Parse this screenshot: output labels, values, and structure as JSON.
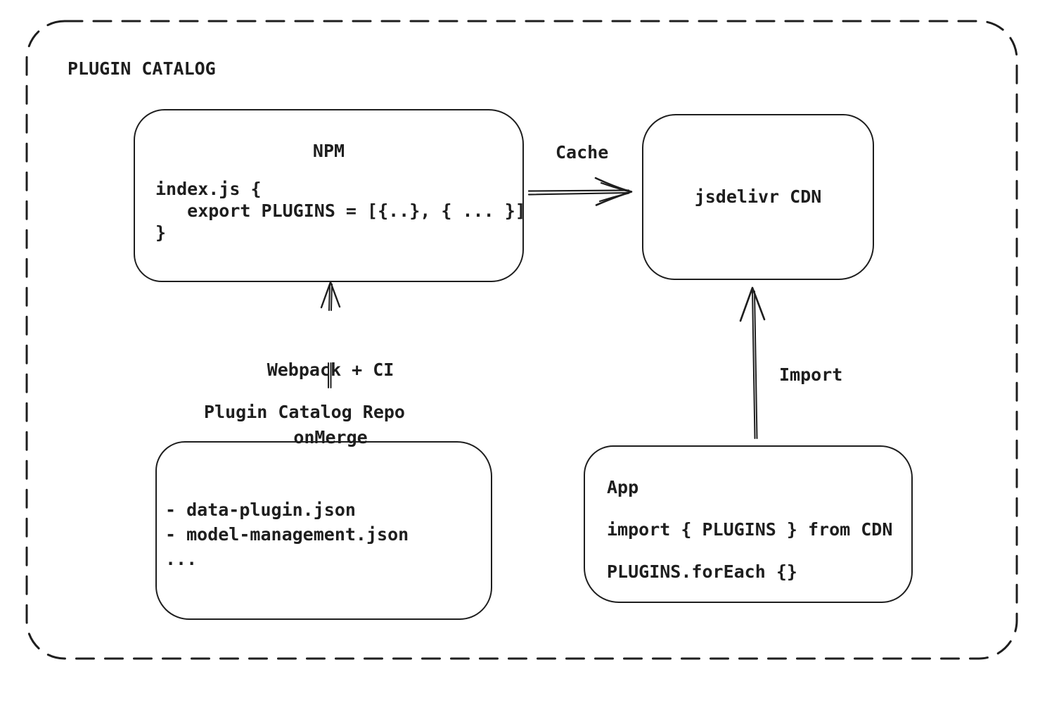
{
  "diagram": {
    "title": "PLUGIN CATALOG",
    "npm_box": {
      "title": "NPM",
      "code_lines": [
        "index.js {",
        "   export PLUGINS = [{..}, { ... }]",
        "}"
      ]
    },
    "cdn_box": {
      "label": "jsdelivr CDN"
    },
    "cache_arrow": {
      "label": "Cache"
    },
    "build_arrow": {
      "label_line1": "Webpack + CI",
      "label_line2": "onMerge"
    },
    "repo": {
      "title": "Plugin Catalog Repo",
      "items": [
        "- data-plugin.json",
        "- model-management.json",
        "..."
      ]
    },
    "import_arrow": {
      "label": "Import"
    },
    "app_box": {
      "title": "App",
      "code_lines": [
        "import { PLUGINS } from CDN",
        "PLUGINS.forEach {}"
      ]
    },
    "colors": {
      "stroke": "#1e1e1e",
      "background": "#ffffff"
    }
  }
}
